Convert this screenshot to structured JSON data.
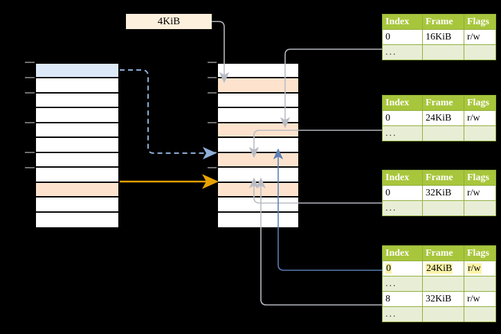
{
  "diagram": {
    "title_label": "4KiB",
    "background": "#000000",
    "colors": {
      "header_green": "#a8c63c",
      "dots_green": "#e8eed6",
      "peach": "#fde3cd",
      "blue_row": "#dce9f9",
      "highlight_yellow": "#fbf3a8",
      "orange_arrow": "#e8a302",
      "blue_arrow": "#5b7fb5",
      "gray_arrow": "#b9bcc4",
      "table_border": "#8fad3a"
    }
  },
  "label_box": {
    "text": "4KiB"
  },
  "left_column": {
    "name": "virtual-address-space-column",
    "row_count": 11,
    "rows": [
      {
        "index": 0,
        "fill": "blue"
      },
      {
        "index": 1,
        "fill": "white"
      },
      {
        "index": 2,
        "fill": "white"
      },
      {
        "index": 3,
        "fill": "white"
      },
      {
        "index": 4,
        "fill": "white"
      },
      {
        "index": 5,
        "fill": "white"
      },
      {
        "index": 6,
        "fill": "white"
      },
      {
        "index": 7,
        "fill": "white"
      },
      {
        "index": 8,
        "fill": "peach"
      },
      {
        "index": 9,
        "fill": "white"
      },
      {
        "index": 10,
        "fill": "white"
      }
    ]
  },
  "middle_column": {
    "name": "physical-memory-column",
    "row_count": 11,
    "rows": [
      {
        "index": 0,
        "fill": "white"
      },
      {
        "index": 1,
        "fill": "peach"
      },
      {
        "index": 2,
        "fill": "white"
      },
      {
        "index": 3,
        "fill": "white"
      },
      {
        "index": 4,
        "fill": "peach"
      },
      {
        "index": 5,
        "fill": "white"
      },
      {
        "index": 6,
        "fill": "peach"
      },
      {
        "index": 7,
        "fill": "white"
      },
      {
        "index": 8,
        "fill": "peach"
      },
      {
        "index": 9,
        "fill": "white"
      },
      {
        "index": 10,
        "fill": "white"
      }
    ]
  },
  "page_tables": [
    {
      "id": "page-table-1",
      "headers": [
        "Index",
        "Frame",
        "Flags"
      ],
      "rows": [
        {
          "type": "entry",
          "index": "0",
          "frame": "16KiB",
          "flags": "r/w",
          "highlight": false
        },
        {
          "type": "ellipsis",
          "index": "...",
          "frame": "",
          "flags": ""
        }
      ]
    },
    {
      "id": "page-table-2",
      "headers": [
        "Index",
        "Frame",
        "Flags"
      ],
      "rows": [
        {
          "type": "entry",
          "index": "0",
          "frame": "24KiB",
          "flags": "r/w",
          "highlight": false
        },
        {
          "type": "ellipsis",
          "index": "...",
          "frame": "",
          "flags": ""
        }
      ]
    },
    {
      "id": "page-table-3",
      "headers": [
        "Index",
        "Frame",
        "Flags"
      ],
      "rows": [
        {
          "type": "entry",
          "index": "0",
          "frame": "32KiB",
          "flags": "r/w",
          "highlight": false
        },
        {
          "type": "ellipsis",
          "index": "...",
          "frame": "",
          "flags": ""
        }
      ]
    },
    {
      "id": "page-table-4",
      "headers": [
        "Index",
        "Frame",
        "Flags"
      ],
      "rows": [
        {
          "type": "entry",
          "index": "0",
          "frame": "24KiB",
          "flags": "r/w",
          "highlight": true
        },
        {
          "type": "ellipsis",
          "index": "...",
          "frame": "",
          "flags": ""
        },
        {
          "type": "entry",
          "index": "8",
          "frame": "32KiB",
          "flags": "r/w",
          "highlight": false
        },
        {
          "type": "ellipsis",
          "index": "...",
          "frame": "",
          "flags": ""
        }
      ]
    }
  ]
}
